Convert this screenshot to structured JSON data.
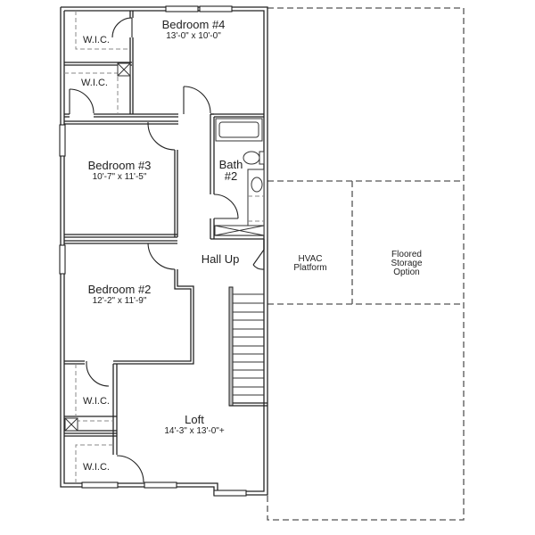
{
  "plan": {
    "colors": {
      "wall": "#222222",
      "dashed_outline": "#555555",
      "background": "#ffffff"
    },
    "rooms": [
      {
        "id": "bedroom4",
        "name": "Bedroom #4",
        "dims": "13'-0\" x 10'-0\""
      },
      {
        "id": "bedroom3",
        "name": "Bedroom #3",
        "dims": "10'-7\" x 11'-5\""
      },
      {
        "id": "bedroom2",
        "name": "Bedroom #2",
        "dims": "12'-2\" x 11'-9\""
      },
      {
        "id": "loft",
        "name": "Loft",
        "dims": "14'-3\" x 13'-0\"+"
      },
      {
        "id": "bath2",
        "name_line1": "Bath",
        "name_line2": "#2"
      },
      {
        "id": "hall",
        "name": "Hall Up"
      }
    ],
    "closets": [
      {
        "id": "wic1",
        "name": "W.I.C."
      },
      {
        "id": "wic2",
        "name": "W.I.C."
      },
      {
        "id": "wic3",
        "name": "W.I.C."
      },
      {
        "id": "wic4",
        "name": "W.I.C."
      }
    ],
    "optional_areas": [
      {
        "id": "hvac",
        "line1": "HVAC",
        "line2": "Platform"
      },
      {
        "id": "storage",
        "line1": "Floored",
        "line2": "Storage",
        "line3": "Option"
      }
    ]
  }
}
